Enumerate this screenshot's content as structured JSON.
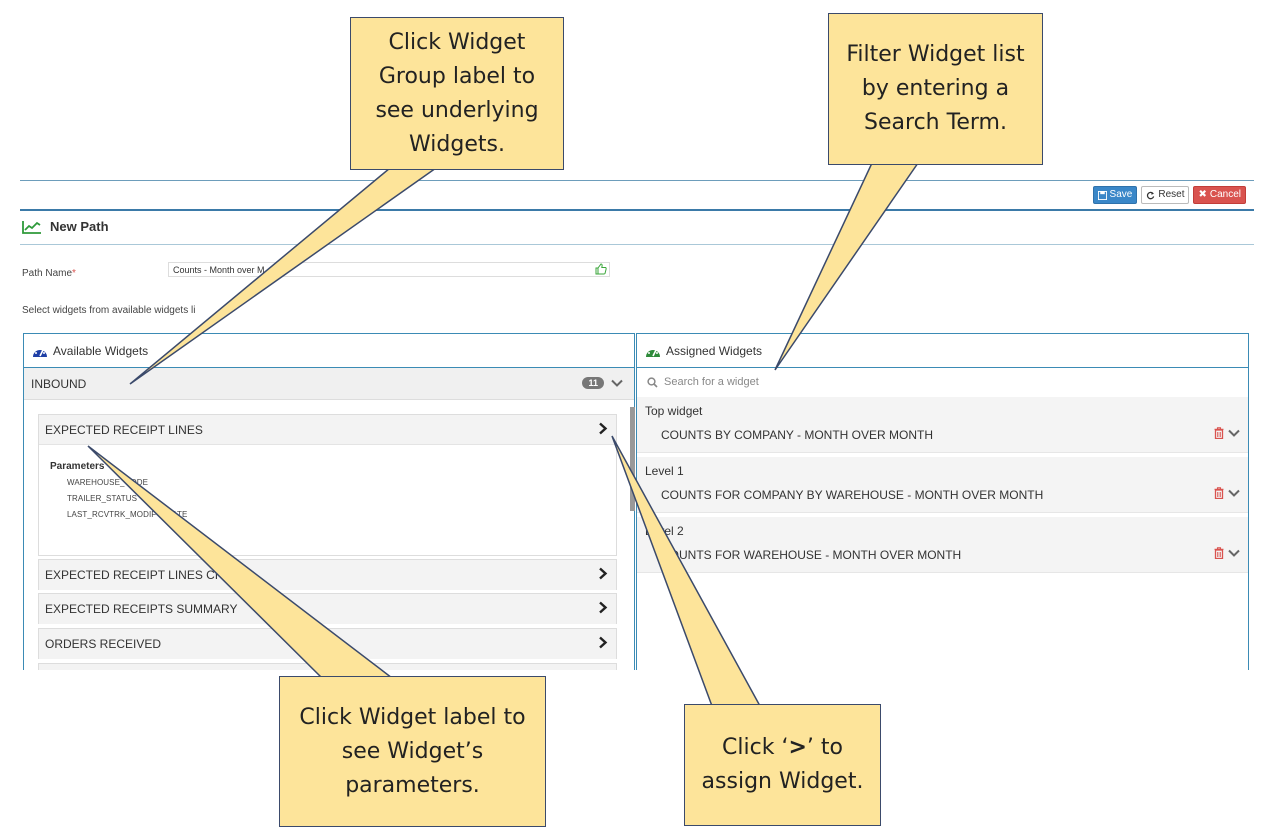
{
  "toolbar": {
    "save_label": "Save",
    "reset_label": "Reset",
    "cancel_label": "Cancel"
  },
  "page_title": "New Path",
  "path_name": {
    "label": "Path Name",
    "required_mark": "*",
    "value": "Counts - Month over M"
  },
  "instruction": "Select widgets from available widgets li",
  "available": {
    "title": "Available Widgets",
    "group": {
      "label": "INBOUND",
      "count": "11"
    },
    "widgets": [
      {
        "label": "EXPECTED RECEIPT LINES",
        "params_header": "Parameters",
        "params": [
          "WAREHOUSE_CODE",
          "TRAILER_STATUS",
          "LAST_RCVTRK_MODIFY_DATE"
        ]
      },
      {
        "label": "EXPECTED RECEIPT LINES CHART"
      },
      {
        "label": "EXPECTED RECEIPTS SUMMARY"
      },
      {
        "label": "ORDERS RECEIVED"
      }
    ]
  },
  "assigned": {
    "title": "Assigned Widgets",
    "search_placeholder": "Search for a widget",
    "levels": [
      {
        "level": "Top widget",
        "widget": "COUNTS BY COMPANY - MONTH OVER MONTH"
      },
      {
        "level": "Level 1",
        "widget": "COUNTS FOR COMPANY BY WAREHOUSE - MONTH OVER MONTH"
      },
      {
        "level": "Level 2",
        "widget": "COUNTS FOR WAREHOUSE - MONTH OVER MONTH"
      }
    ]
  },
  "callouts": {
    "group_label": "Click Widget Group label to see underlying Widgets.",
    "search": "Filter Widget list by entering a Search Term.",
    "widget_label": "Click Widget label to see Widget’s parameters.",
    "assign_pre": "Click ‘",
    "assign_bold": ">",
    "assign_post": "’ to assign Widget."
  },
  "colors": {
    "accent": "#3b7aa8",
    "save": "#3a87c8",
    "cancel": "#d9534f",
    "callout": "#fde49a",
    "success": "#3aa63a"
  }
}
